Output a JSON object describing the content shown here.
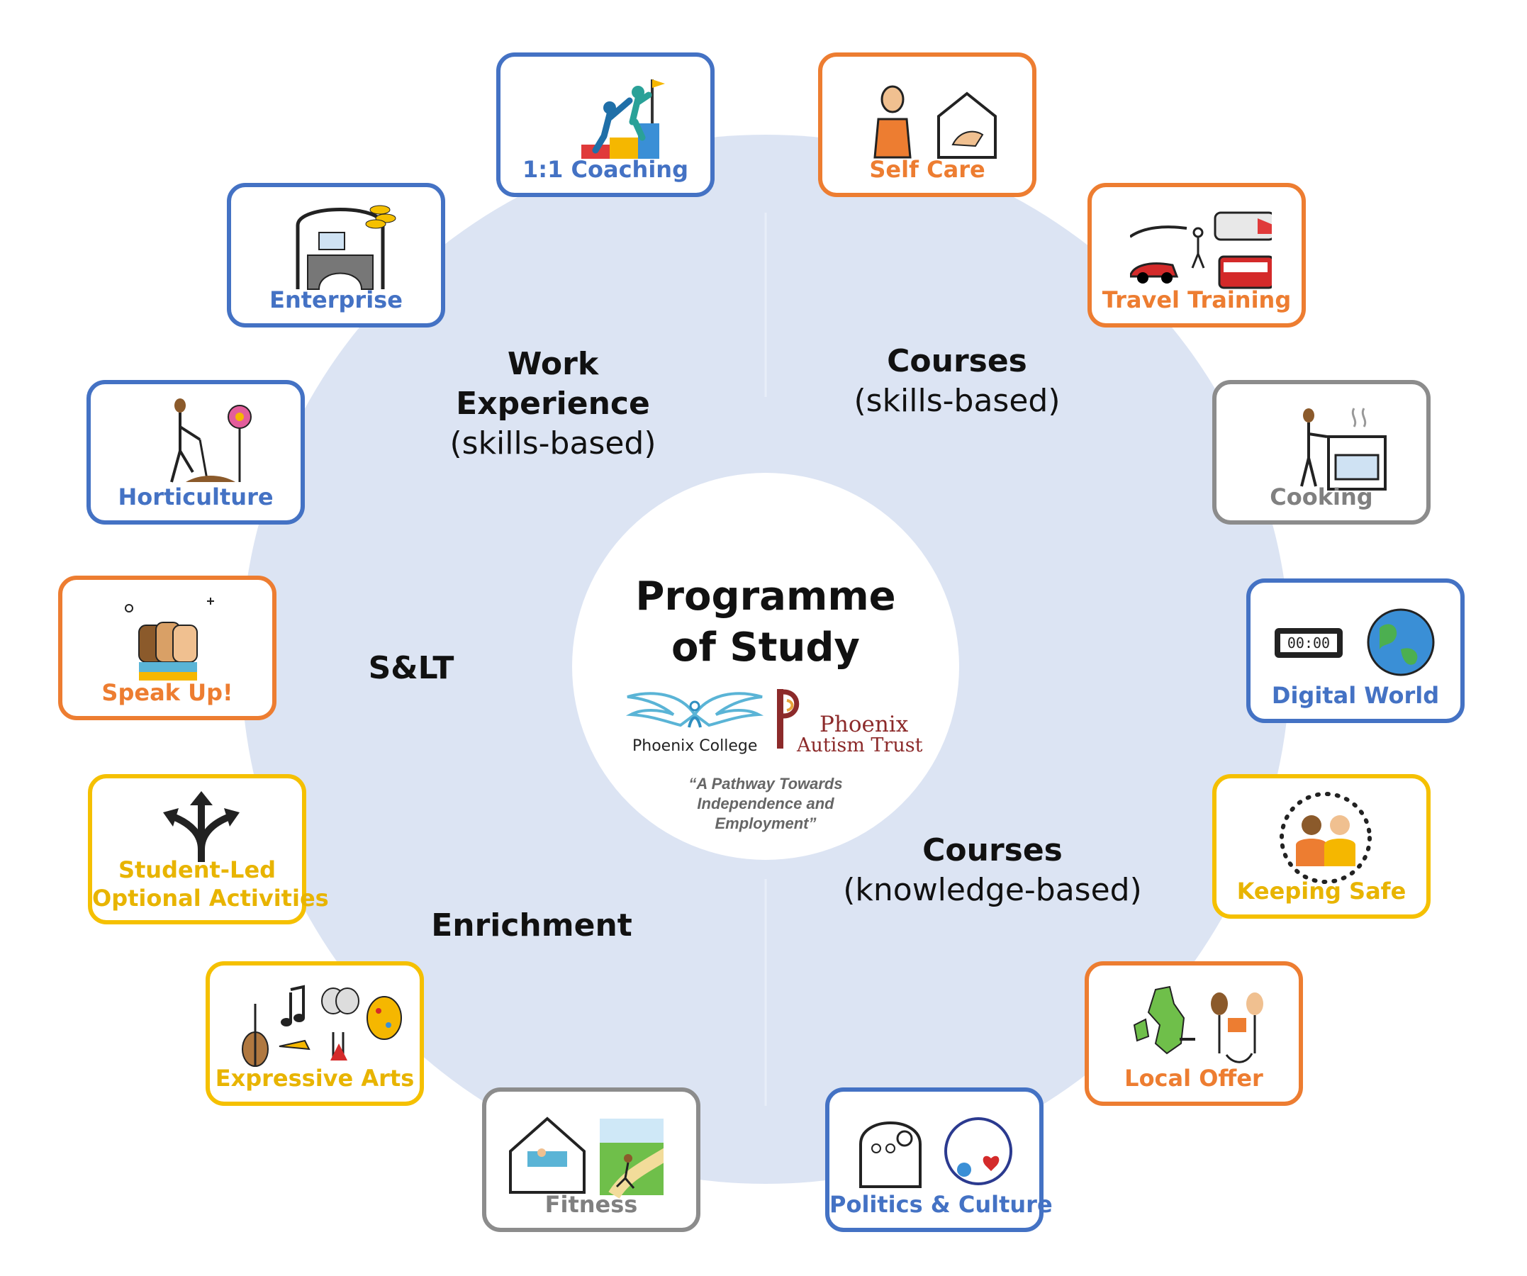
{
  "center": {
    "title_line1": "Programme",
    "title_line2": "of Study",
    "logo_left": "Phoenix College",
    "logo_right_line1": "Phoenix",
    "logo_right_line2": "Autism Trust",
    "tagline_line1": "“A Pathway Towards",
    "tagline_line2": "Independence and",
    "tagline_line3": "Employment”"
  },
  "sectors": {
    "work_experience": {
      "line1": "Work",
      "line2": "Experience",
      "line3": "(skills-based)"
    },
    "courses_skills": {
      "line1": "Courses",
      "line2": "(skills-based)"
    },
    "courses_knowledge": {
      "line1": "Courses",
      "line2": "(knowledge-based)"
    },
    "enrichment": {
      "line1": "Enrichment"
    },
    "slt": {
      "line1": "S&LT"
    }
  },
  "cards": {
    "coaching": {
      "label": "1:1 Coaching",
      "icon": "climbing-people-icon"
    },
    "self_care": {
      "label": "Self Care",
      "icon": "self-care-icon"
    },
    "travel_training": {
      "label": "Travel Training",
      "icon": "transport-icon"
    },
    "cooking": {
      "label": "Cooking",
      "icon": "cooker-icon"
    },
    "digital_world": {
      "label": "Digital World",
      "icon": "globe-clock-icon"
    },
    "keeping_safe": {
      "label": "Keeping Safe",
      "icon": "safe-circle-icon"
    },
    "local_offer": {
      "label": "Local Offer",
      "icon": "map-exchange-icon"
    },
    "politics_culture": {
      "label": "Politics & Culture",
      "icon": "community-icon"
    },
    "fitness": {
      "label": "Fitness",
      "icon": "swim-run-icon"
    },
    "expressive_arts": {
      "label": "Expressive Arts",
      "icon": "music-drama-icon"
    },
    "student_led_line1": {
      "label": "Student-Led",
      "icon": "choice-arrows-icon"
    },
    "student_led_line2": {
      "label": "Optional Activities"
    },
    "speak_up": {
      "label": "Speak Up!",
      "icon": "raised-fists-icon"
    },
    "horticulture": {
      "label": "Horticulture",
      "icon": "gardening-icon"
    },
    "enterprise": {
      "label": "Enterprise",
      "icon": "shop-desk-icon"
    }
  },
  "colors": {
    "blue": "#4472c4",
    "orange": "#ed7d31",
    "gray": "#8c8c8c",
    "yellow": "#f5c000",
    "bg_circle": "#dce4f3"
  }
}
